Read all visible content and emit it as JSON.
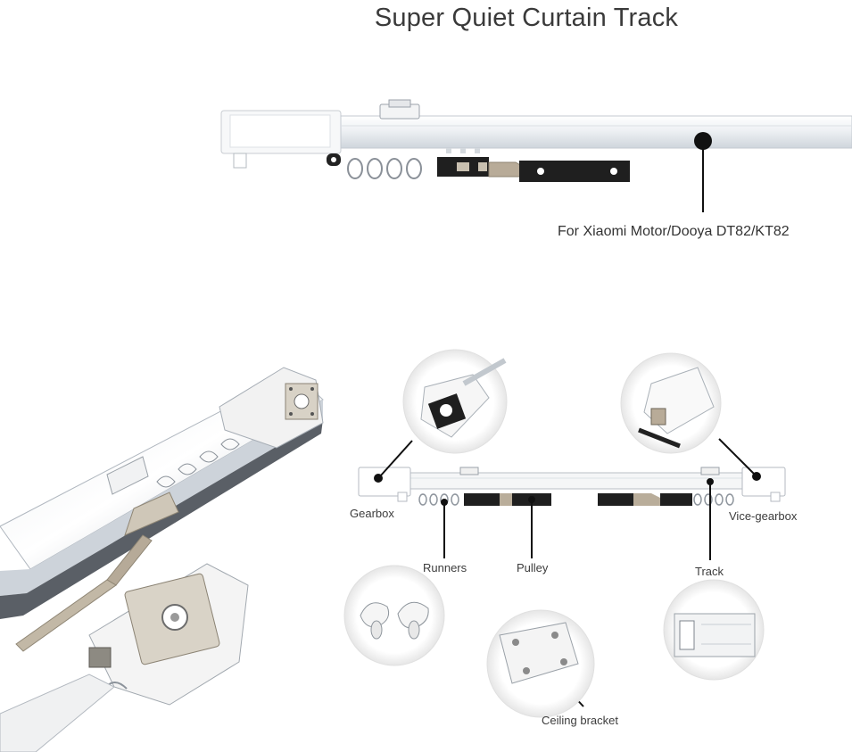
{
  "header": {
    "title": "Super Quiet Curtain Track"
  },
  "top_product": {
    "compatibility_label": "For Xiaomi Motor/Dooya DT82/KT82"
  },
  "diagram": {
    "labels": {
      "gearbox": "Gearbox",
      "vice_gearbox": "Vice-gearbox",
      "runners": "Runners",
      "pulley": "Pulley",
      "track": "Track",
      "ceiling_bracket": "Ceiling bracket"
    }
  },
  "colors": {
    "text": "#333333",
    "track_white": "#f4f6f8",
    "track_edge": "#c9ced4",
    "bracket_dark": "#1c1c1c",
    "metal": "#b9b2a6"
  }
}
